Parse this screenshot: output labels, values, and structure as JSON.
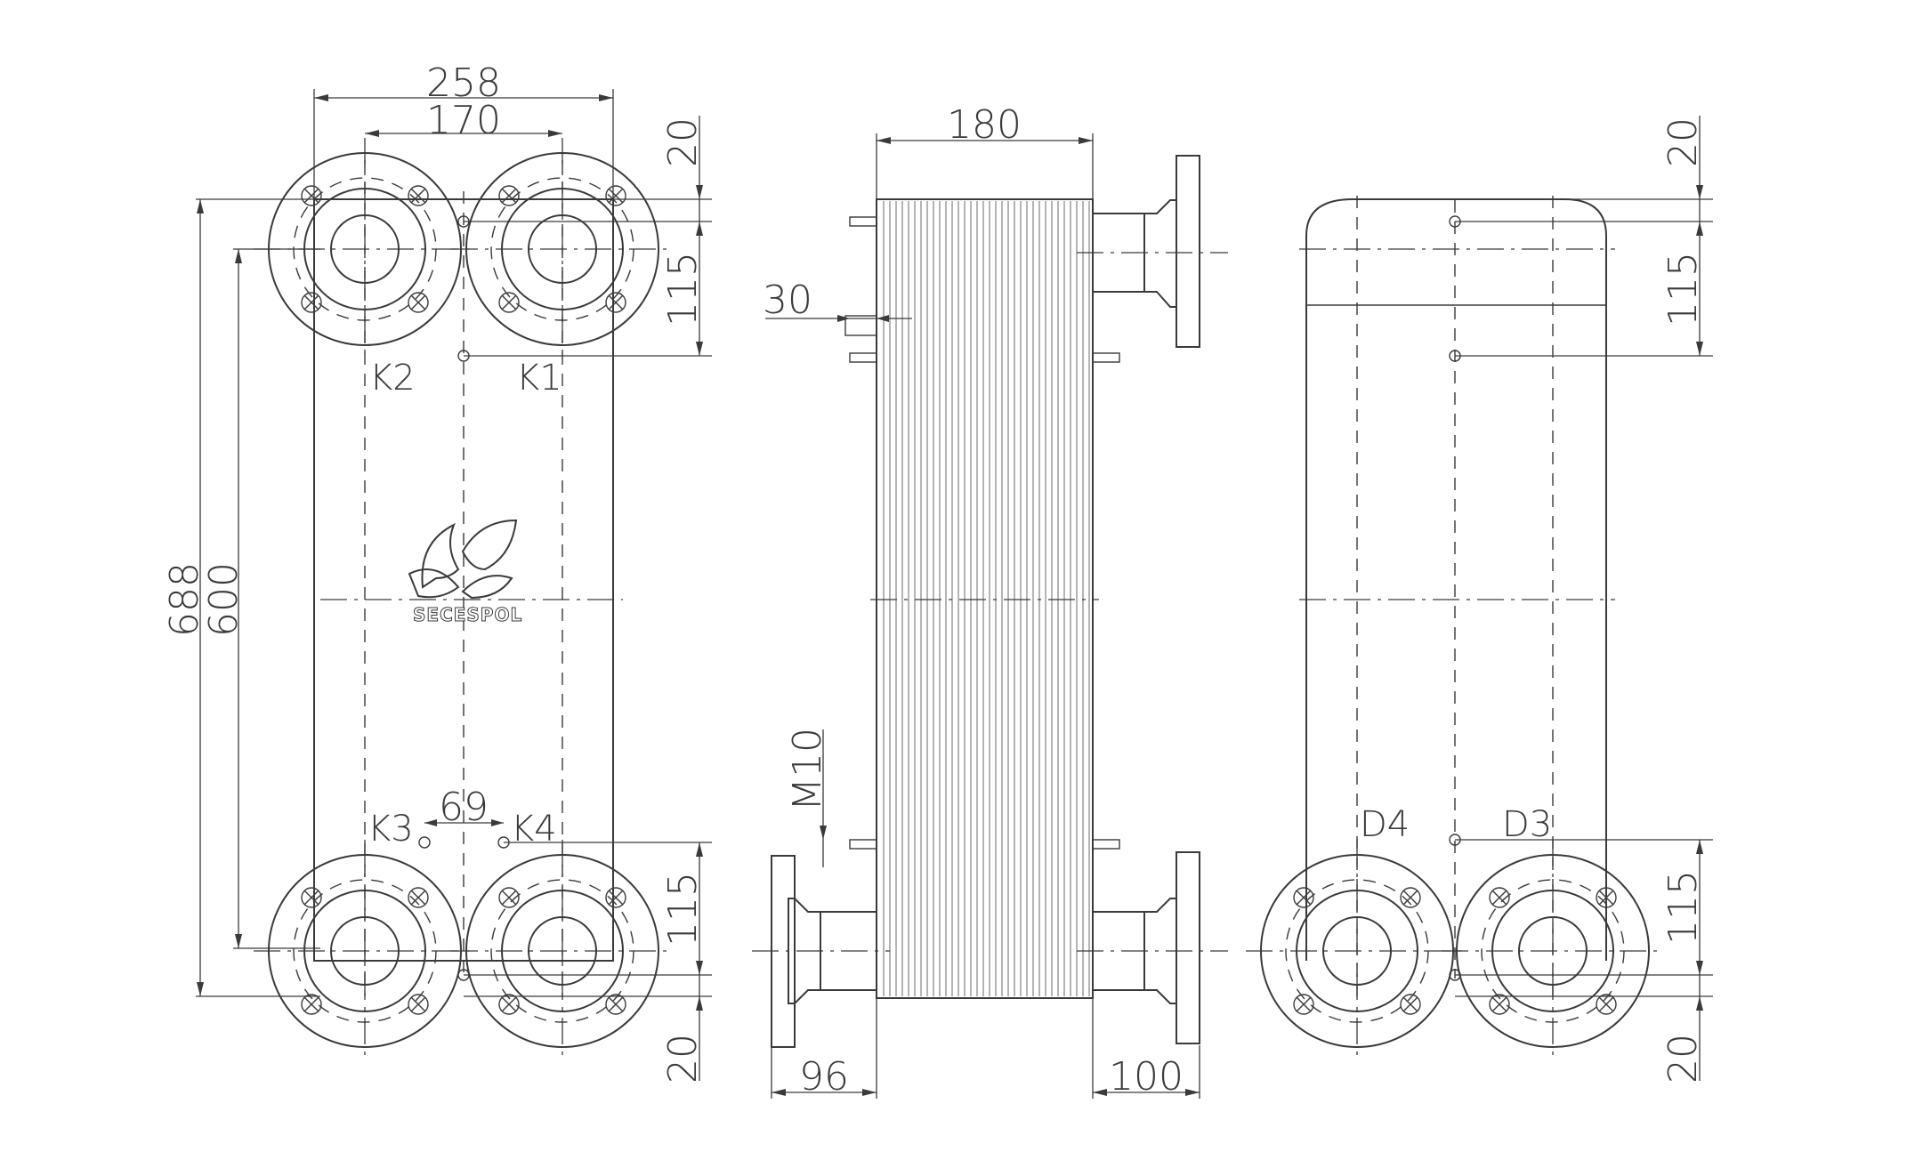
{
  "brand": "SECESPOL",
  "dimensions": {
    "width_overall": "258",
    "port_spacing_horizontal": "170",
    "height_overall": "688",
    "port_spacing_vertical": "600",
    "pitch_k3_k4": "69",
    "top_offset_front": "20",
    "top_port_dist_front": "115",
    "bottom_port_dist_front": "115",
    "bottom_offset_front": "20",
    "depth": "180",
    "stud_length": "30",
    "stud_thread": "M10",
    "flange_left_length": "96",
    "flange_right_length": "100",
    "top_offset_rear": "20",
    "top_port_dist_rear": "115",
    "bottom_port_dist_rear": "115",
    "bottom_offset_rear": "20"
  },
  "ports": {
    "k1": "K1",
    "k2": "K2",
    "k3": "K3",
    "k4": "K4",
    "d3": "D3",
    "d4": "D4"
  }
}
